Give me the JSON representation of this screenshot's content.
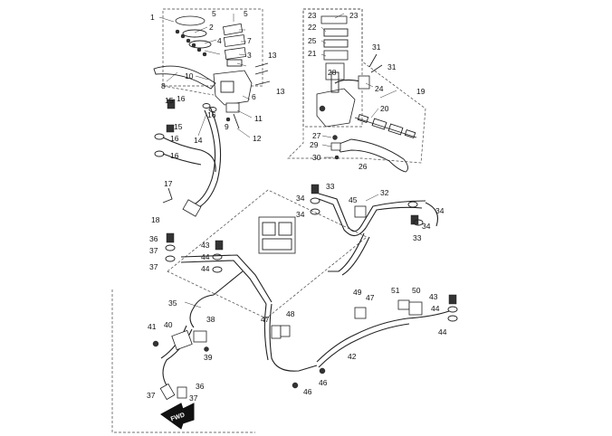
{
  "diagram": {
    "callouts": [
      "1",
      "2",
      "3",
      "4",
      "5",
      "5",
      "6",
      "7",
      "8",
      "9",
      "10",
      "11",
      "12",
      "13",
      "13",
      "14",
      "15",
      "15",
      "16",
      "16",
      "16",
      "16",
      "17",
      "18",
      "19",
      "20",
      "21",
      "22",
      "23",
      "23",
      "24",
      "25",
      "26",
      "27",
      "28",
      "29",
      "30",
      "31",
      "31",
      "32",
      "33",
      "33",
      "34",
      "34",
      "34",
      "34",
      "35",
      "36",
      "36",
      "37",
      "37",
      "37",
      "37",
      "38",
      "39",
      "40",
      "41",
      "42",
      "43",
      "43",
      "44",
      "44",
      "44",
      "45",
      "46",
      "46",
      "47",
      "47",
      "48",
      "49",
      "50",
      "51"
    ],
    "fwd_label": "FWD"
  }
}
